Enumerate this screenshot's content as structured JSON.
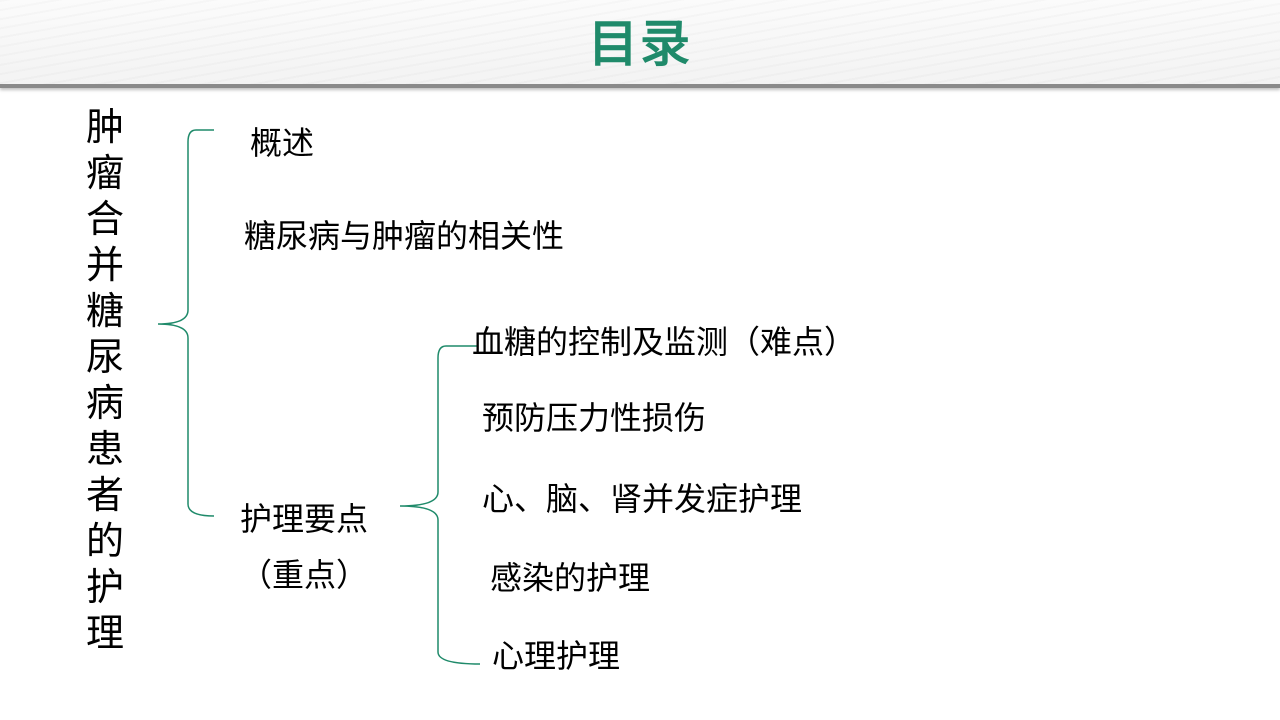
{
  "page": {
    "title": "目录",
    "title_color": "#1f8a6a",
    "bracket_color": "#1f8a6a"
  },
  "outline": {
    "root": "肿瘤合并糖尿病患者的护理",
    "items": [
      {
        "label": "概述"
      },
      {
        "label": "糖尿病与肿瘤的相关性"
      },
      {
        "label": "护理要点",
        "note": "（重点）",
        "children": [
          {
            "label": "血糖的控制及监测（难点）"
          },
          {
            "label": "预防压力性损伤"
          },
          {
            "label": "心、脑、肾并发症护理"
          },
          {
            "label": "感染的护理"
          },
          {
            "label": "心理护理"
          }
        ]
      }
    ]
  }
}
